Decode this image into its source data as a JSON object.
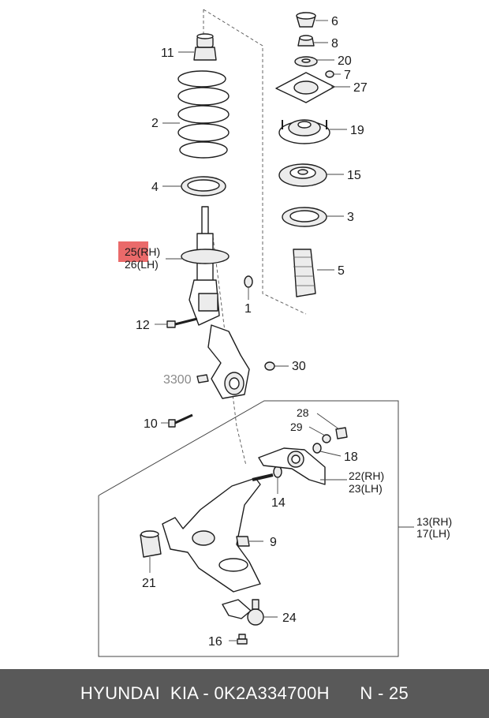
{
  "callouts": {
    "p1": "1",
    "p2": "2",
    "p3": "3",
    "p4": "4",
    "p5": "5",
    "p6": "6",
    "p7": "7",
    "p8": "8",
    "p9": "9",
    "p10": "10",
    "p11": "11",
    "p12": "12",
    "p13": "13(RH)",
    "p14": "14",
    "p15": "15",
    "p16": "16",
    "p17": "17(LH)",
    "p18": "18",
    "p19": "19",
    "p20": "20",
    "p21": "21",
    "p22": "22(RH)",
    "p23": "23(LH)",
    "p24": "24",
    "p25": "25(RH)",
    "p26": "26(LH)",
    "p27": "27",
    "p28": "28",
    "p29": "29",
    "p30": "30",
    "ref3300": "3300"
  },
  "footer": {
    "text": "HYUNDAI  KIA - 0K2A334700H      N - 25"
  },
  "colors": {
    "highlight": "#e85a5a",
    "footer_bg": "#595959",
    "line": "#1e1e1e"
  }
}
